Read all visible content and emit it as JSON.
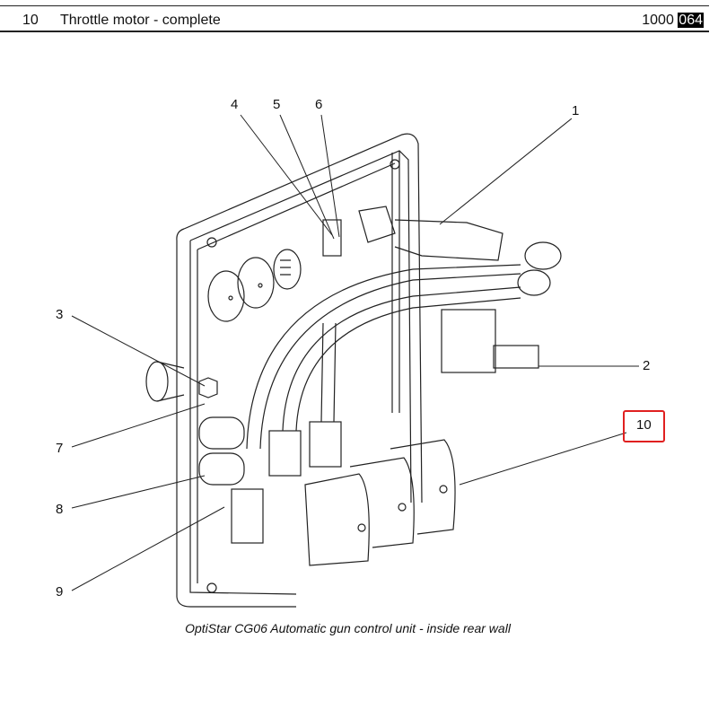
{
  "parts_row": {
    "position": "10",
    "description": "Throttle motor - complete",
    "part_prefix": "1000",
    "part_suffix": "064"
  },
  "figure": {
    "caption": "OptiStar CG06 Automatic gun control unit - inside rear wall",
    "callouts": [
      "1",
      "2",
      "3",
      "4",
      "5",
      "6",
      "7",
      "8",
      "9",
      "10"
    ],
    "highlighted_callout": "10",
    "highlight_color": "#e02020"
  }
}
